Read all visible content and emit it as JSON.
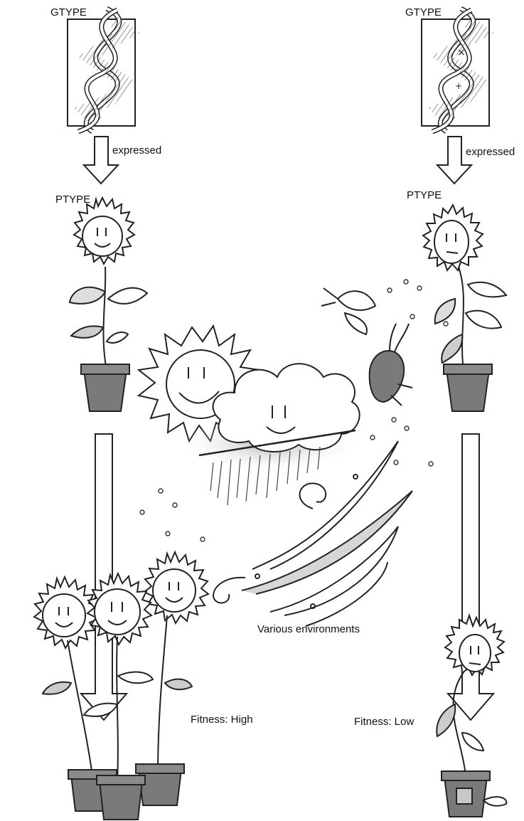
{
  "left": {
    "genotype_label": "GTYPE",
    "arrow_label": "expressed",
    "phenotype_label": "PTYPE",
    "fitness_label": "Fitness: High"
  },
  "right": {
    "genotype_label": "GTYPE",
    "arrow_label": "expressed",
    "phenotype_label": "PTYPE",
    "fitness_label": "Fitness: Low"
  },
  "center": {
    "environment_label": "Various environments"
  },
  "colors": {
    "line": "#222222",
    "pot": "#7a7a7a",
    "shade": "#c8c8c8"
  }
}
